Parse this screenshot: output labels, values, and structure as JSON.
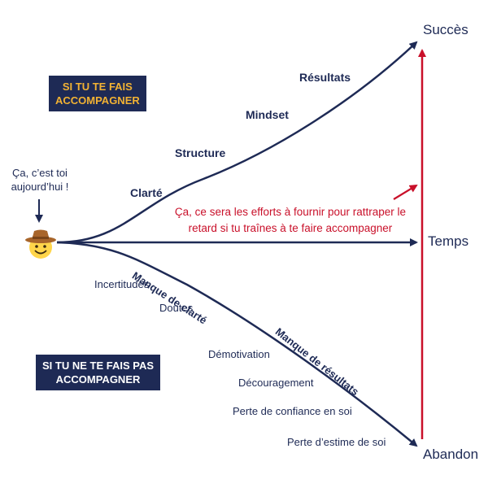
{
  "colors": {
    "navy": "#1e2a55",
    "red": "#c9102a",
    "gold": "#f2b233",
    "face": "#ffd54a",
    "hat": "#a8652a"
  },
  "icons": {
    "avatar": "cowboy-hat-face-icon"
  },
  "endpoints": {
    "success": "Succès",
    "time": "Temps",
    "abandon": "Abandon"
  },
  "you_are_here": {
    "line1": "Ça, c’est toi",
    "line2": "aujourd’hui !"
  },
  "top_badge": {
    "line1": "SI TU TE FAIS",
    "line2": "ACCOMPAGNER"
  },
  "bottom_badge": {
    "line1": "SI TU NE TE FAIS PAS",
    "line2": "ACCOMPAGNER"
  },
  "upper_path": {
    "steps": [
      "Clarté",
      "Structure",
      "Mindset",
      "Résultats"
    ]
  },
  "lower_path": {
    "branch1": "Manque de clarté",
    "branch2": "Manque de résultats",
    "items": [
      "Incertitudes",
      "Doutes",
      "Démotivation",
      "Découragement",
      "Perte de confiance en soi",
      "Perte d’estime de soi"
    ]
  },
  "effort_note": {
    "line1": "Ça, ce sera les efforts à fournir pour rattraper le",
    "line2": "retard si tu traînes à te faire accompagner"
  }
}
